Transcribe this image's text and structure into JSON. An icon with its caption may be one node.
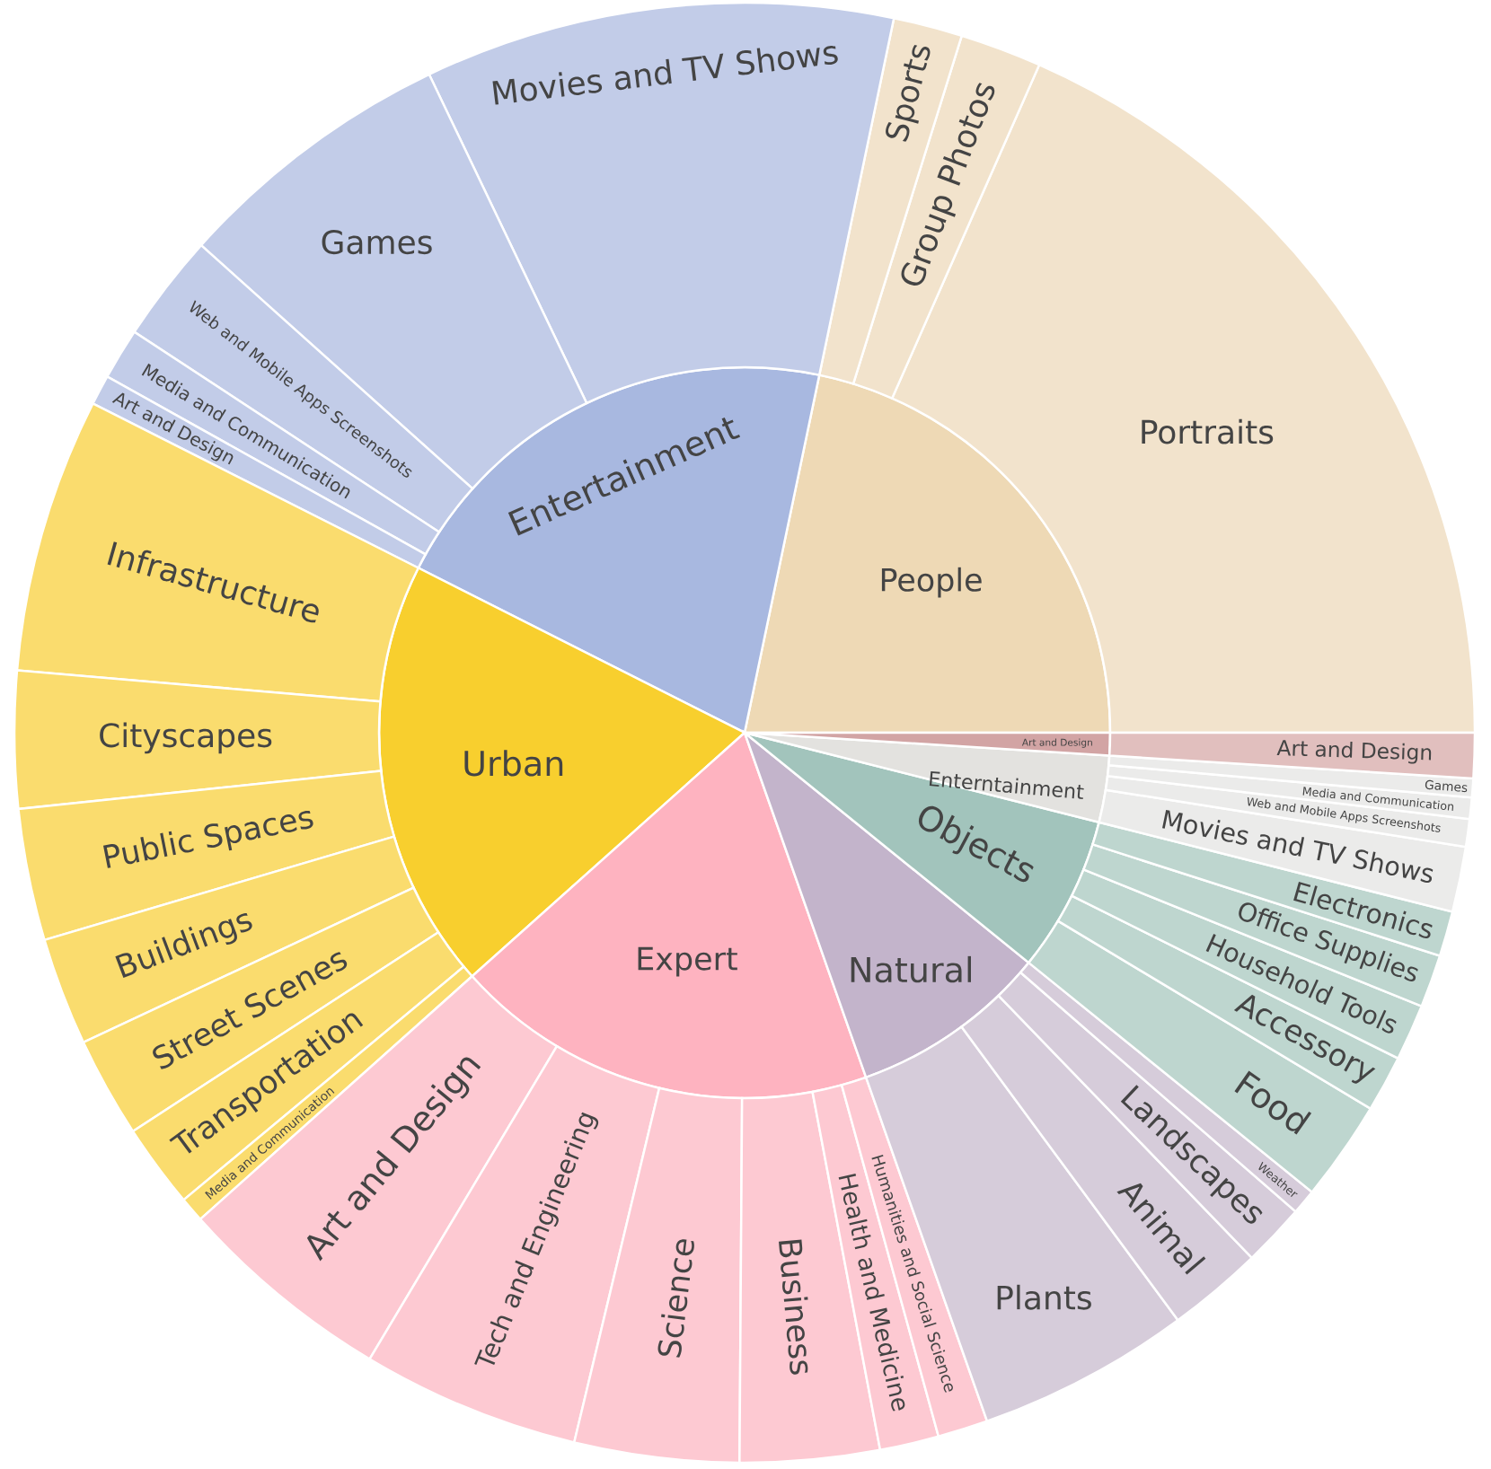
{
  "diagram": {
    "nodes": [
      {
        "text": [
          "People"
        ]
      },
      {
        "text": [
          "Portraits"
        ]
      },
      {
        "text": [
          "Group Photos"
        ]
      },
      {
        "text": [
          "Sports"
        ]
      },
      {
        "text": [
          "Entertainment"
        ]
      },
      {
        "text": [
          "Movies and TV Shows"
        ]
      },
      {
        "text": [
          "Games"
        ]
      },
      {
        "text": [
          "Web and Mobile Apps Screenshots"
        ]
      },
      {
        "text": [
          "Media and Communication"
        ]
      },
      {
        "text": [
          "Art and Design"
        ]
      },
      {
        "text": [
          "Urban"
        ]
      },
      {
        "text": [
          "Infrastructure"
        ]
      },
      {
        "text": [
          "Cityscapes"
        ]
      },
      {
        "text": [
          "Public Spaces"
        ]
      },
      {
        "text": [
          "Buildings"
        ]
      },
      {
        "text": [
          "Street Scenes"
        ]
      },
      {
        "text": [
          "Transportation"
        ]
      },
      {
        "text": [
          "Media and Communication"
        ]
      },
      {
        "text": [
          "Expert"
        ]
      },
      {
        "text": [
          "Art and Design"
        ]
      },
      {
        "text": [
          "Tech and Engineering"
        ]
      },
      {
        "text": [
          "Science"
        ]
      },
      {
        "text": [
          "Business"
        ]
      },
      {
        "text": [
          "Health and Medicine"
        ]
      },
      {
        "text": [
          "Humanities and Social Science"
        ]
      },
      {
        "text": [
          "Natural"
        ]
      },
      {
        "text": [
          "Plants"
        ]
      },
      {
        "text": [
          "Animal"
        ]
      },
      {
        "text": [
          "Landscapes"
        ]
      },
      {
        "text": [
          "Weather"
        ]
      },
      {
        "text": [
          "Objects"
        ]
      },
      {
        "text": [
          "Food"
        ]
      },
      {
        "text": [
          "Accessory"
        ]
      },
      {
        "text": [
          "Household Tools"
        ]
      },
      {
        "text": [
          "Office Supplies"
        ]
      },
      {
        "text": [
          "Electronics"
        ]
      },
      {
        "text": [
          "Enterntainment"
        ]
      },
      {
        "text": [
          "Movies and TV Shows"
        ]
      },
      {
        "text": [
          "Web and Mobile Apps Screenshots"
        ]
      },
      {
        "text": [
          "Media and Communication"
        ]
      },
      {
        "text": [
          "Games"
        ]
      },
      {
        "text": [
          "Art and Design"
        ]
      },
      {
        "text": [
          "Art and Design"
        ]
      }
    ]
  }
}
